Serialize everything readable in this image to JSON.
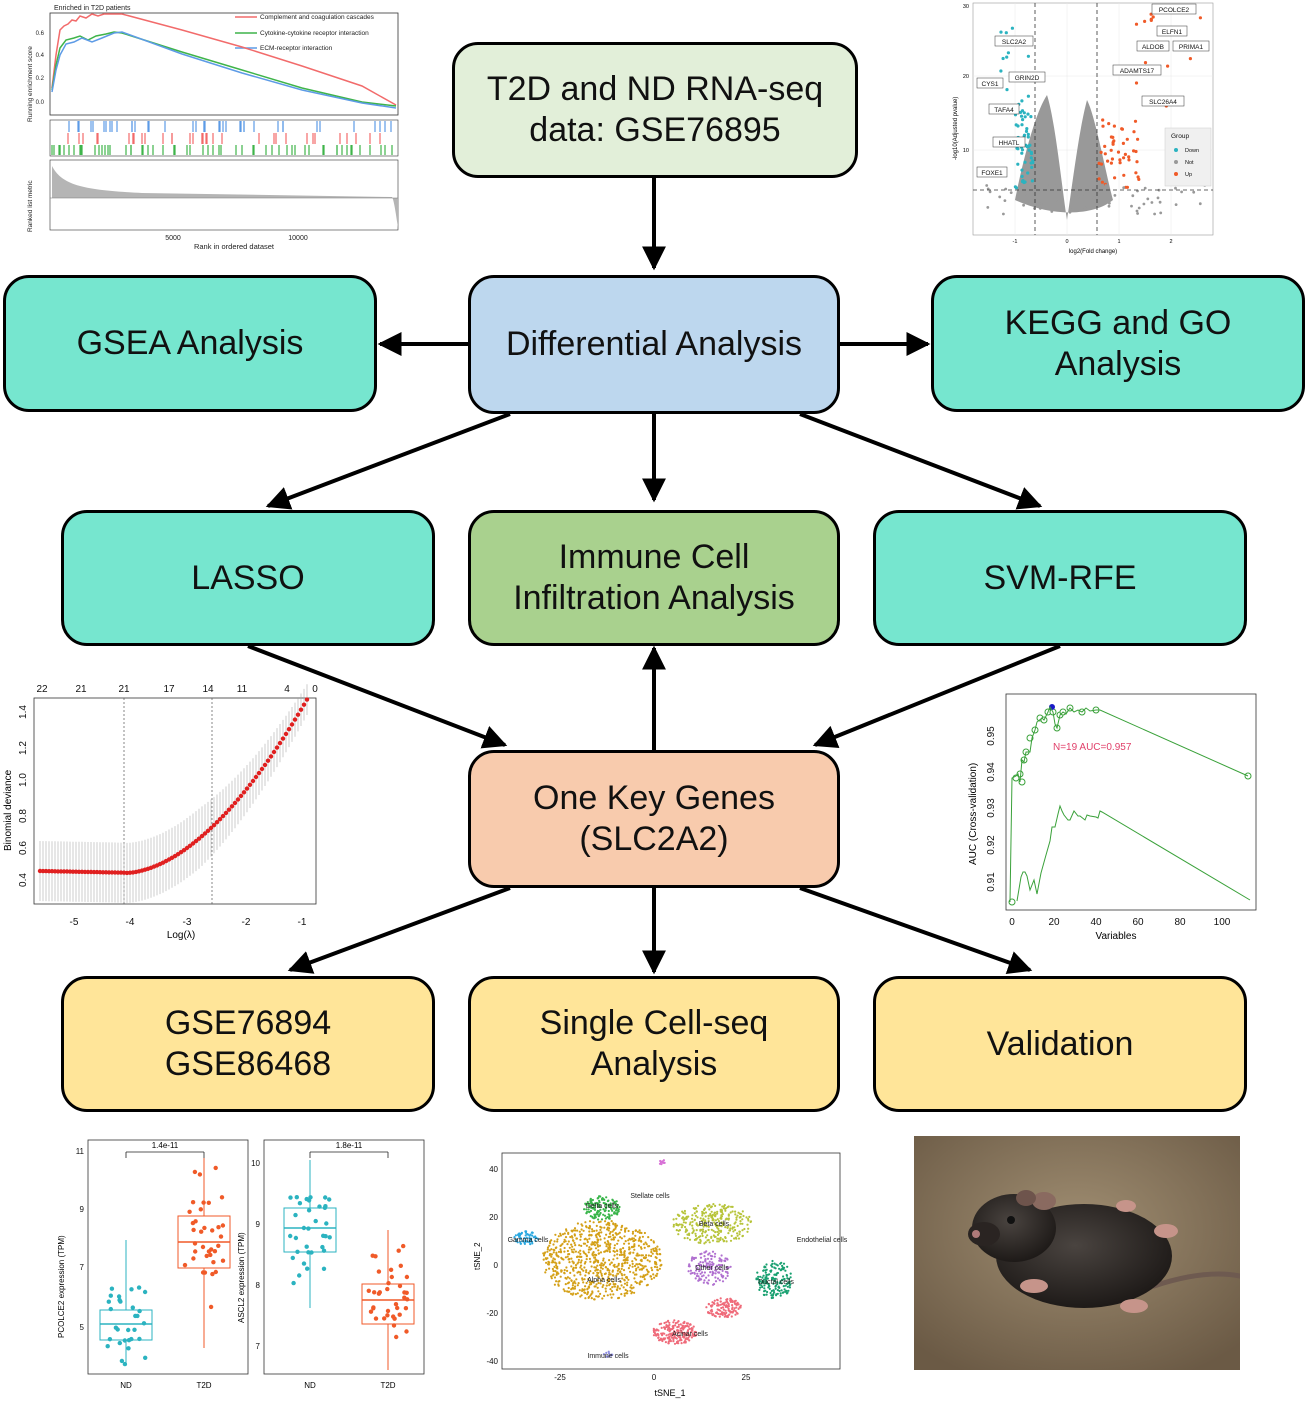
{
  "colors": {
    "top_box": "#e2efd9",
    "blue_box": "#bdd7ee",
    "teal_box": "#76e6cf",
    "green_box": "#a9d18e",
    "orange_box": "#f8cbad",
    "yellow_box": "#ffe599"
  },
  "boxes": {
    "data": "T2D and ND RNA-seq\ndata: GSE76895",
    "differential": "Differential Analysis",
    "gsea": "GSEA Analysis",
    "kegg": "KEGG and GO\nAnalysis",
    "lasso": "LASSO",
    "immune": "Immune Cell\nInfiltration Analysis",
    "svm": "SVM-RFE",
    "key_genes": "One Key Genes\n(SLC2A2)",
    "gse_validation": "GSE76894\nGSE86468",
    "single_cell": "Single Cell-seq\nAnalysis",
    "validation": "Validation"
  },
  "gsea_plot": {
    "title": "Enriched in T2D patients",
    "legend": [
      "Complement and coagulation cascades",
      "Cytokine-cytokine receptor interaction",
      "ECM-receptor interaction"
    ],
    "ylabel_top": "Running enrichment score",
    "ylabel_bottom": "Ranked list metric",
    "xlabel": "Rank in ordered dataset",
    "x_ticks": [
      "5000",
      "10000"
    ],
    "y_ticks": [
      "0.6",
      "0.4",
      "0.2",
      "0.0"
    ]
  },
  "volcano_plot": {
    "xlabel": "log2(Fold change)",
    "ylabel": "-log10(Adjusted pvalue)",
    "legend_title": "Group",
    "legend_items": [
      "Down",
      "Not",
      "Up"
    ],
    "gene_labels": [
      "PCOLCE2",
      "ELFN1",
      "ALDOB",
      "PRIMA1",
      "ADAMTS17",
      "SLC26A4",
      "SLC2A2",
      "CYS1",
      "GRIN2D",
      "TAFA4",
      "HHATL",
      "FOXE1"
    ],
    "x_ticks": [
      "-1",
      "0",
      "1",
      "2"
    ],
    "y_ticks": [
      "30",
      "20",
      "10"
    ]
  },
  "lasso_plot": {
    "top_ticks": [
      "22",
      "21",
      "21",
      "17",
      "14",
      "11",
      "4",
      "0"
    ],
    "x_ticks": [
      "-5",
      "-4",
      "-3",
      "-2",
      "-1"
    ],
    "y_ticks": [
      "1.4",
      "1.2",
      "1.0",
      "0.8",
      "0.6",
      "0.4"
    ],
    "xlabel": "Log(λ)",
    "ylabel": "Binomial deviance"
  },
  "svm_plot": {
    "annotation": "N=19 AUC=0.957",
    "xlabel": "Variables",
    "ylabel": "AUC (Cross-validation)",
    "x_ticks": [
      "0",
      "20",
      "40",
      "60",
      "80",
      "100"
    ],
    "y_ticks": [
      "0.95",
      "0.94",
      "0.93",
      "0.92",
      "0.91"
    ]
  },
  "boxplot_1": {
    "pvalue": "1.4e-11",
    "ylabel": "PCOLCE2 expression (TPM)",
    "categories": [
      "ND",
      "T2D"
    ],
    "y_ticks": [
      "11",
      "9",
      "7",
      "5"
    ]
  },
  "boxplot_2": {
    "pvalue": "1.8e-11",
    "ylabel": "ASCL2 expression (TPM)",
    "categories": [
      "ND",
      "T2D"
    ],
    "y_ticks": [
      "10",
      "9",
      "8",
      "7"
    ]
  },
  "tsne_plot": {
    "xlabel": "tSNE_1",
    "ylabel": "tSNE_2",
    "x_ticks": [
      "-25",
      "0",
      "25"
    ],
    "y_ticks": [
      "40",
      "20",
      "0",
      "-20",
      "-40"
    ],
    "cell_labels": [
      "Stellate cells",
      "Delta cells",
      "Beta cells",
      "Gamma cells",
      "Endothelial cells",
      "Other cells",
      "Alpha cells",
      "Ductal cells",
      "Acinar cells",
      "Immune cells"
    ]
  },
  "photo": {
    "subject": "mouse"
  }
}
